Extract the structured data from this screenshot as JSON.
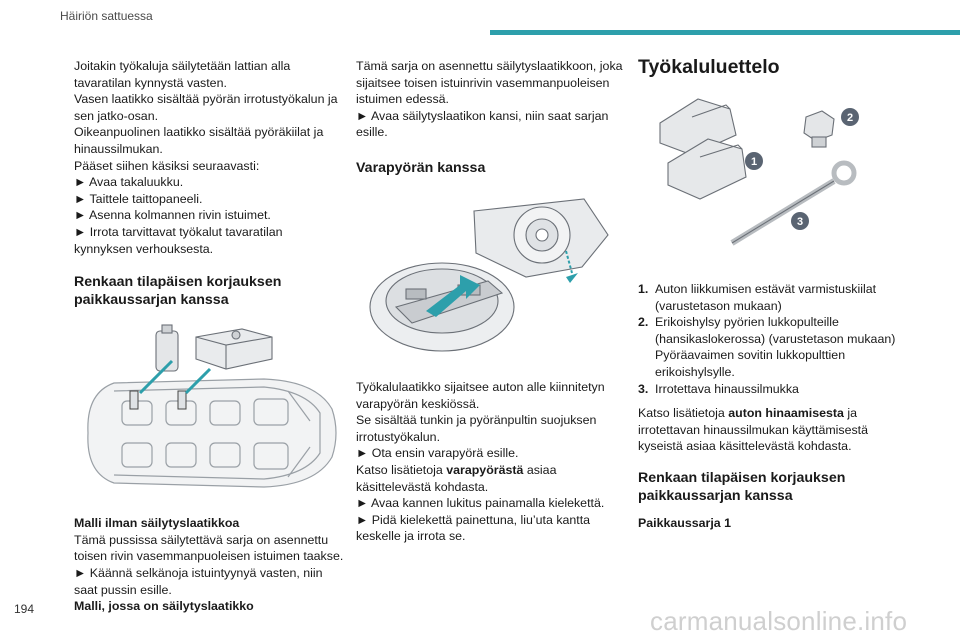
{
  "header": {
    "title": "Häiriön sattuessa"
  },
  "colors": {
    "accent_bar": "#2d9fab",
    "figure_badge": "#5a6472"
  },
  "col1": {
    "intro": [
      "Joitakin työkaluja säilytetään lattian alla",
      "tavaratilan kynnystä vasten.",
      "Vasen laatikko sisältää pyörän irrotustyökalun ja",
      "sen jatko-osan.",
      "Oikeanpuolinen laatikko sisältää pyöräkiilat ja",
      "hinaussilmukan.",
      "Pääset siihen käsiksi seuraavasti:",
      "► Avaa takaluukku.",
      "► Taittele taittopaneeli.",
      "► Asenna kolmannen rivin istuimet.",
      "► Irrota tarvittavat työkalut tavaratilan",
      "kynnyksen verhouksesta."
    ],
    "heading": [
      "Renkaan tilapäisen korjauksen",
      "paikkaussarjan kanssa"
    ],
    "model_a_title": "Malli ilman säilytyslaatikkoa",
    "model_a_text": [
      "Tämä pussissa säilytettävä sarja on asennettu",
      "toisen rivin vasemmanpuoleisen istuimen taakse.",
      "► Käännä selkänoja istuintyynyä vasten, niin",
      "saat pussin esille."
    ],
    "model_b_title": "Malli, jossa on säilytyslaatikko"
  },
  "col2": {
    "intro": [
      "Tämä sarja on asennettu säilytyslaatikkoon, joka",
      "sijaitsee toisen istuinrivin vasemmanpuoleisen",
      "istuimen edessä.",
      "► Avaa säilytyslaatikon kansi, niin saat sarjan",
      "esille."
    ],
    "heading": "Varapyörän kanssa",
    "text1": [
      "Työkalulaatikko sijaitsee auton alle kiinnitetyn",
      "varapyörän keskiössä.",
      "Se sisältää tunkin ja pyöränpultin suojuksen",
      "irrotustyökalun.",
      "► Ota ensin varapyörä esille."
    ],
    "ref_prefix": "Katso lisätietoja ",
    "ref_bold": "varapyörästä",
    "ref_suffix": " asiaa",
    "ref_line2": "käsittelevästä kohdasta.",
    "text2": [
      "► Avaa kannen lukitus painamalla kielekettä.",
      "► Pidä kielekettä painettuna, liu’uta kantta",
      "keskelle ja irrota se."
    ]
  },
  "col3": {
    "title": "Työkaluluettelo",
    "badges": [
      "1",
      "2",
      "3"
    ],
    "items": [
      {
        "num": "1.",
        "lines": [
          "Auton liikkumisen estävät varmistuskiilat",
          "(varustetason mukaan)"
        ]
      },
      {
        "num": "2.",
        "lines": [
          "Erikoishylsy pyörien lukkopulteille",
          "(hansikaslokerossa) (varustetason mukaan)",
          "Pyöräavaimen sovitin lukkopulttien",
          "erikoishylsylle."
        ]
      },
      {
        "num": "3.",
        "lines": [
          "Irrotettava hinaussilmukka"
        ]
      }
    ],
    "ref_prefix": "Katso lisätietoja ",
    "ref_bold": "auton hinaamisesta",
    "ref_suffix": " ja",
    "ref_lines": [
      "irrotettavan hinaussilmukan käyttämisestä",
      "kyseistä asiaa käsittelevästä kohdasta."
    ],
    "heading": [
      "Renkaan tilapäisen korjauksen",
      "paikkaussarjan kanssa"
    ],
    "kit_title": "Paikkaussarja 1"
  },
  "footer": {
    "page_number": "194",
    "watermark": "carmanualsonline.info"
  }
}
